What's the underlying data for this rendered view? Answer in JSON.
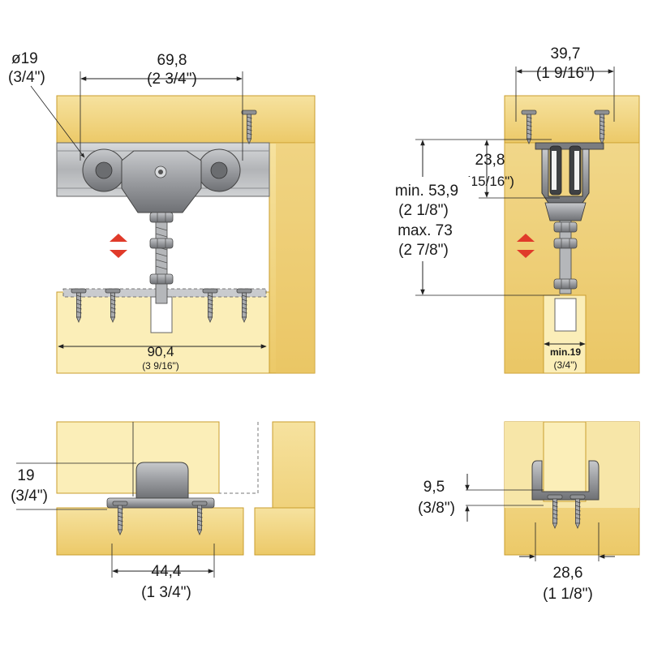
{
  "colors": {
    "wood": "#f3d98b",
    "wood_dark": "#e3bd55",
    "wood_edge": "#c99d2e",
    "door_light": "#fbeeb8",
    "metal": "#9c9ea1",
    "metal_dark": "#5f6164",
    "metal_light": "#d3d5d8",
    "line": "#222222",
    "arrow": "#e03a2a"
  },
  "top_left": {
    "diameter_mm": "ø19",
    "diameter_in": "(3/4\")",
    "width_mm": "69,8",
    "width_in": "(2 3/4\")",
    "plate_mm": "90,4",
    "plate_in": "(3 9/16\")"
  },
  "top_right": {
    "width_mm": "39,7",
    "width_in": "(1 9/16\")",
    "depth_mm": "23,8",
    "depth_in": "(15/16\")",
    "min_mm": "min. 53,9",
    "min_in": "(2 1/8\")",
    "max_mm": "max. 73",
    "max_in": "(2 7/8\")",
    "door_min_mm": "min.19",
    "door_min_in": "(3/4\")"
  },
  "bottom_left": {
    "height_mm": "19",
    "height_in": "(3/4\")",
    "spacing_mm": "44,4",
    "spacing_in": "(1 3/4\")"
  },
  "bottom_right": {
    "height_mm": "9,5",
    "height_in": "(3/8\")",
    "width_mm": "28,6",
    "width_in": "(1 1/8\")"
  }
}
